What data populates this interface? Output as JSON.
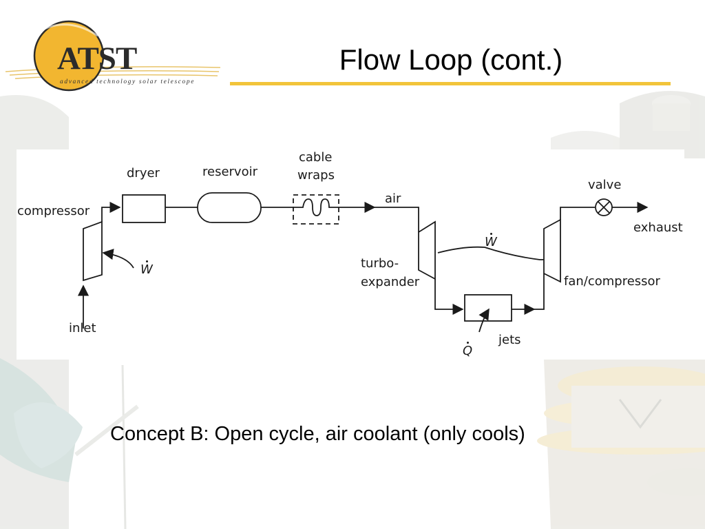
{
  "slide": {
    "title": "Flow Loop (cont.)",
    "caption": "Concept B: Open cycle, air coolant (only cools)",
    "accent_color": "#f2c43a"
  },
  "logo": {
    "name": "ATST",
    "tagline": "advanced technology solar telescope",
    "sun_color": "#f2b630"
  },
  "diagram": {
    "labels": {
      "compressor": "compressor",
      "dryer": "dryer",
      "reservoir": "reservoir",
      "cable_wraps_line1": "cable",
      "cable_wraps_line2": "wraps",
      "air": "air",
      "valve": "valve",
      "exhaust": "exhaust",
      "work_symbol": "W",
      "heat_symbol": "Q",
      "turbo_line1": "turbo-",
      "turbo_line2": "expander",
      "fan_compressor": "fan/compressor",
      "inlet": "inlet",
      "jets": "jets"
    },
    "icons": [
      "valve-icon",
      "flow-arrow-icon",
      "compressor-symbol",
      "turbine-symbol"
    ]
  }
}
